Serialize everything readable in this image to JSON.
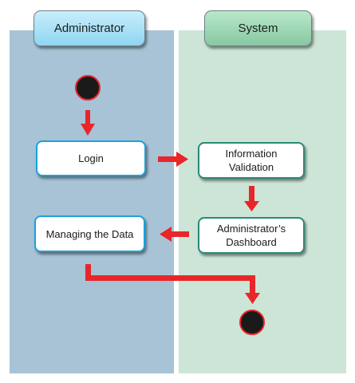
{
  "lanes": {
    "administrator": "Administrator",
    "system": "System"
  },
  "nodes": {
    "login": "Login",
    "validation": "Information\nValidation",
    "dashboard": "Administrator’s\nDashboard",
    "managing": "Managing the Data"
  },
  "colors": {
    "admin_lane": "#a7c3d5",
    "system_lane": "#cde5d6",
    "admin_border": "#1aa2dc",
    "system_border": "#2a8a76",
    "arrow": "#e8262a",
    "terminal": "#1a1a1a"
  }
}
